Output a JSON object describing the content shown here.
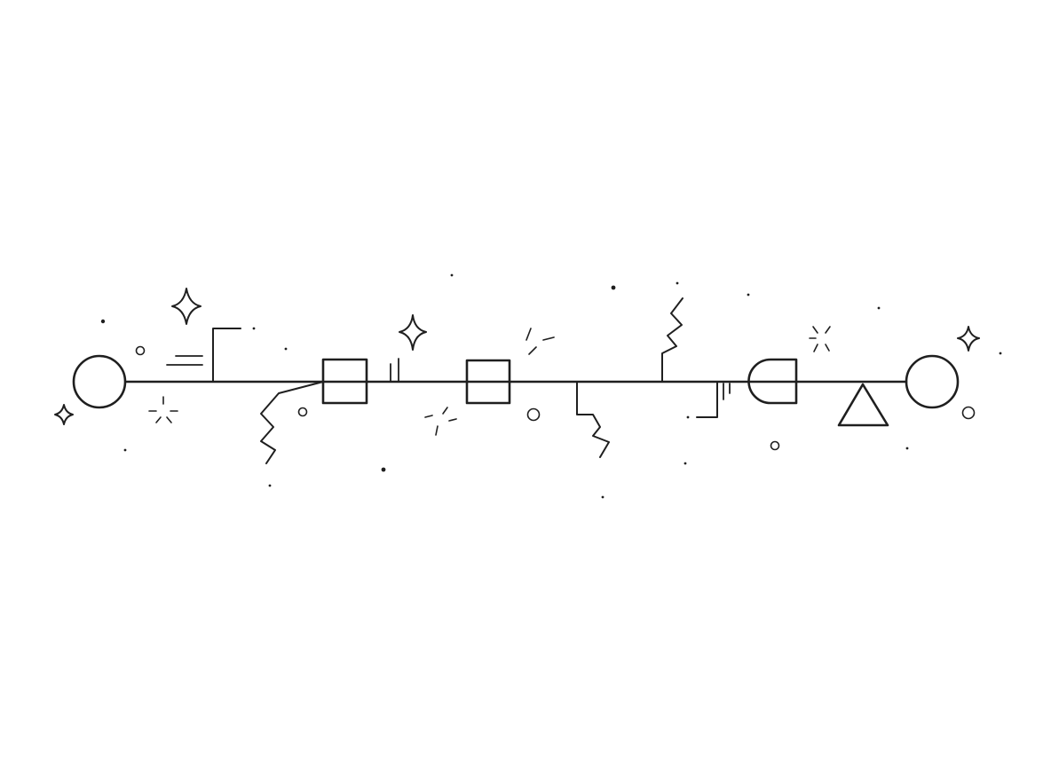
{
  "diagram": {
    "nodes": [
      {
        "id": "start",
        "shape": "circle"
      },
      {
        "id": "box-1",
        "shape": "square"
      },
      {
        "id": "box-2",
        "shape": "square"
      },
      {
        "id": "gate",
        "shape": "d-shape"
      },
      {
        "id": "end",
        "shape": "circle"
      }
    ],
    "markers": [
      {
        "id": "warning",
        "shape": "triangle",
        "placement": "below-line"
      }
    ],
    "branches": [
      {
        "id": "left-flag",
        "kind": "bracket-up"
      },
      {
        "id": "left-zigzag",
        "kind": "zigzag-down"
      },
      {
        "id": "middle-zigzag",
        "kind": "zigzag-down"
      },
      {
        "id": "right-zigzag",
        "kind": "zigzag-up"
      },
      {
        "id": "right-bracket",
        "kind": "bracket-down"
      }
    ],
    "decorations": [
      "sparkle-icon",
      "burst-icon",
      "ring",
      "dot",
      "speed-lines",
      "tick-marks"
    ]
  },
  "style": {
    "stroke": "#1f1f1f",
    "background": "#ffffff"
  }
}
